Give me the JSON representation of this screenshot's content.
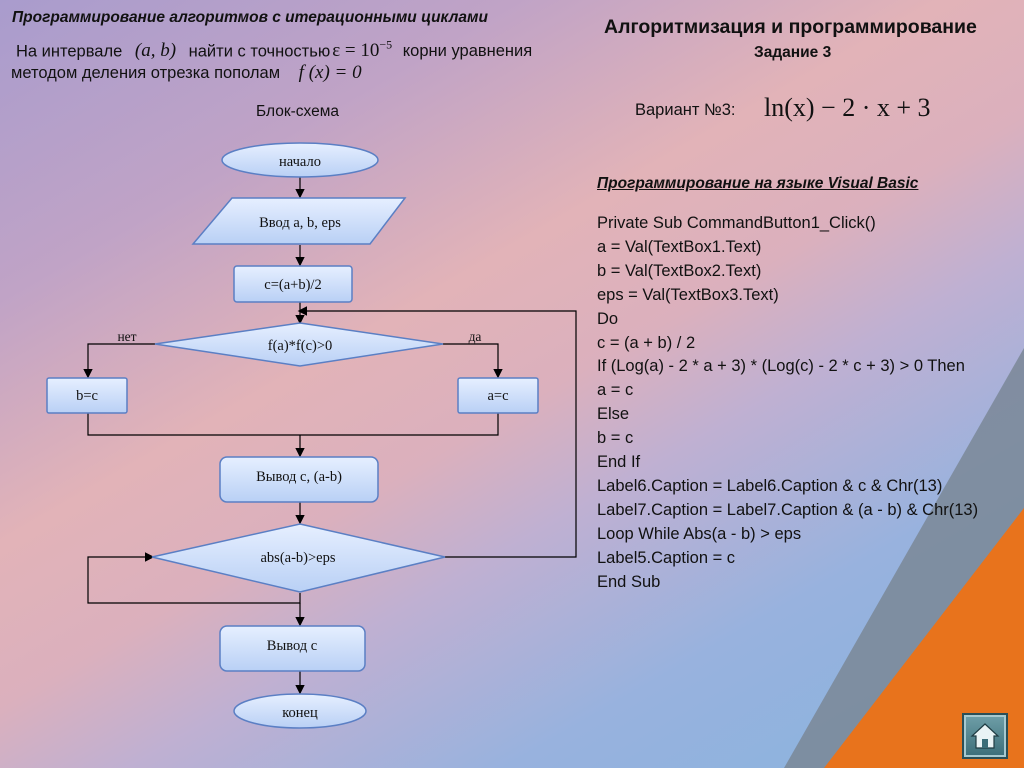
{
  "header": {
    "left_title": "Программирование алгоритмов с итерационными циклами",
    "line1_a": "На интервале",
    "interval": "(a, b)",
    "line1_b": "найти с точностью",
    "epsilon": "ε = 10",
    "epsilon_exp": "−5",
    "line1_c": "корни уравнения",
    "line2_a": "методом деления отрезка пополам",
    "equation": "f (x) = 0",
    "right_title": "Алгоритмизация и программирование",
    "right_subtitle": "Задание 3"
  },
  "variant": {
    "label": "Вариант №3:",
    "formula": "ln(x) − 2 · x + 3"
  },
  "flowchart": {
    "title": "Блок-схема",
    "start": "начало",
    "input": "Ввод a, b, eps",
    "calc": "c=(a+b)/2",
    "condition": "f(a)*f(c)>0",
    "no_label": "нет",
    "yes_label": "да",
    "left_assign": "b=c",
    "right_assign": "a=c",
    "output1": "Вывод c, (a-b)",
    "loop_condition": "abs(a-b)>eps",
    "output2": "Вывод c",
    "end": "конец"
  },
  "vb": {
    "title": "Программирование на языке Visual Basic",
    "code": [
      "Private Sub CommandButton1_Click()",
      "a = Val(TextBox1.Text)",
      "b = Val(TextBox2.Text)",
      "eps = Val(TextBox3.Text)",
      "Do",
      "c = (a + b) / 2",
      "If (Log(a) - 2 * a + 3) * (Log(c) - 2 * c + 3) > 0 Then",
      "a = c",
      "Else",
      "b = c",
      "End If",
      "Label6.Caption = Label6.Caption & c & Chr(13)",
      "Label7.Caption = Label7.Caption & (a - b) & Chr(13)",
      "Loop While Abs(a - b) > eps",
      "Label5.Caption = c",
      "End Sub"
    ]
  },
  "nav": {
    "home_icon": "home-icon"
  },
  "colors": {
    "accent_orange": "#e8731c",
    "shape_fill": "#cfe0fb",
    "shape_stroke": "#5b7fc4"
  }
}
